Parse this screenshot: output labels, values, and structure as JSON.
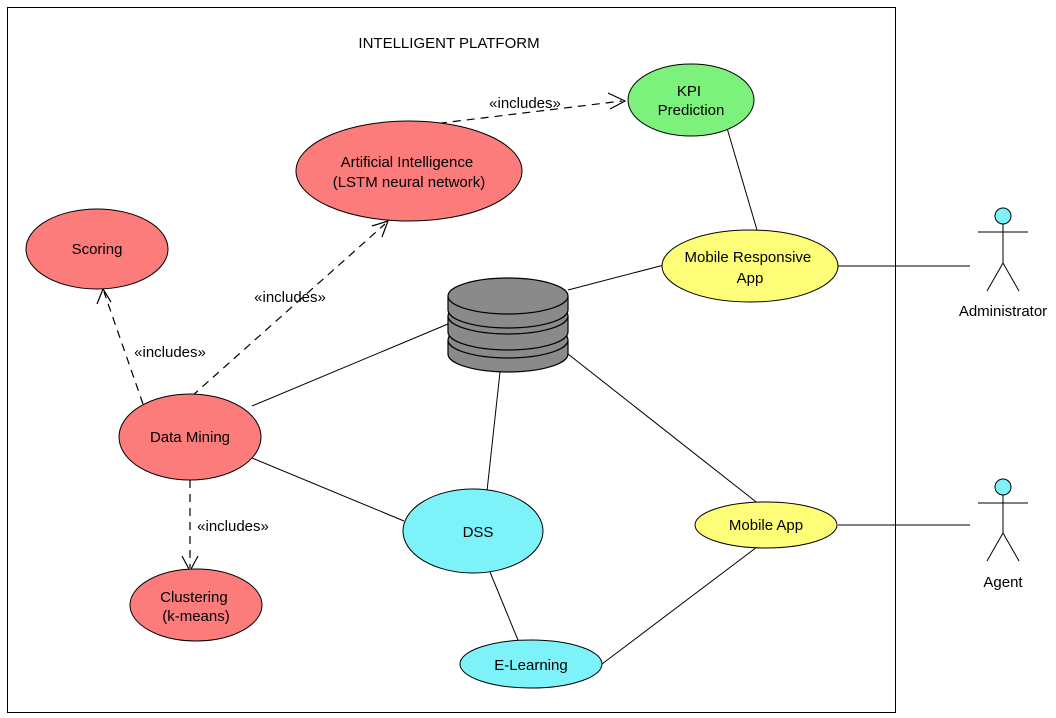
{
  "title": "INTELLIGENT PLATFORM",
  "colors": {
    "red": "#fc7b7b",
    "green": "#7cf27c",
    "yellow": "#fdfd78",
    "cyan": "#7df3f9",
    "database": "#8a8a8a",
    "actor_head": "#7df3f9"
  },
  "use_cases": {
    "kpi": {
      "lines": [
        "KPI",
        "Prediction"
      ],
      "color": "green"
    },
    "ai": {
      "lines": [
        "Artificial Intelligence",
        "(LSTM neural network)"
      ],
      "color": "red"
    },
    "scoring": {
      "lines": [
        "Scoring"
      ],
      "color": "red"
    },
    "mobile_resp": {
      "lines": [
        "Mobile Responsive",
        "App"
      ],
      "color": "yellow"
    },
    "data_mining": {
      "lines": [
        "Data Mining"
      ],
      "color": "red"
    },
    "dss": {
      "lines": [
        "DSS"
      ],
      "color": "cyan"
    },
    "mobile_app": {
      "lines": [
        "Mobile App"
      ],
      "color": "yellow"
    },
    "clustering": {
      "lines": [
        "Clustering",
        "(k-means)"
      ],
      "color": "red"
    },
    "elearning": {
      "lines": [
        "E-Learning"
      ],
      "color": "cyan"
    }
  },
  "includes_label": "«includes»",
  "actors": {
    "administrator": {
      "name": "Administrator",
      "icon": "stick-figure-icon"
    },
    "agent": {
      "name": "Agent",
      "icon": "stick-figure-icon"
    }
  },
  "database": {
    "icon": "database-cylinder-icon"
  }
}
